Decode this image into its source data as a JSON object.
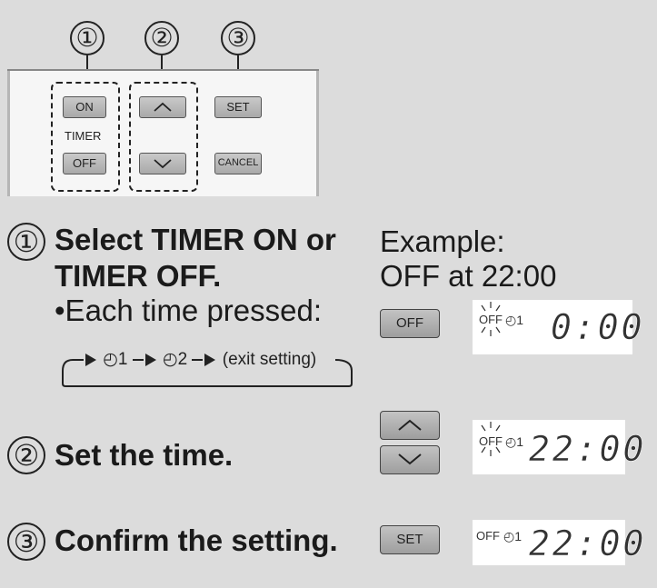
{
  "top_numbers": [
    "①",
    "②",
    "③"
  ],
  "remote": {
    "on_label": "ON",
    "timer_label": "TIMER",
    "off_label": "OFF",
    "set_label": "SET",
    "cancel_label": "CANCEL"
  },
  "steps": {
    "s1_num": "①",
    "s1_line1": "Select TIMER ON or",
    "s1_line2": "TIMER OFF.",
    "s1_bullet": "•Each time pressed:",
    "s2_num": "②",
    "s2_text": "Set the time.",
    "s3_num": "③",
    "s3_text": "Confirm the setting."
  },
  "cycle": {
    "item1": "1",
    "item2": "2",
    "exit": "(exit setting)"
  },
  "example": {
    "line1": "Example:",
    "line2": "OFF at 22:00"
  },
  "buttons": {
    "off_label": "OFF",
    "set_label": "SET"
  },
  "lcd": {
    "off_tag": "OFF",
    "timer_no": "1",
    "time1": "0:00",
    "time2": "22:00",
    "time3": "22:00"
  },
  "icons": [
    "clock-icon",
    "up-arrow-icon",
    "down-arrow-icon",
    "blink-icon"
  ]
}
